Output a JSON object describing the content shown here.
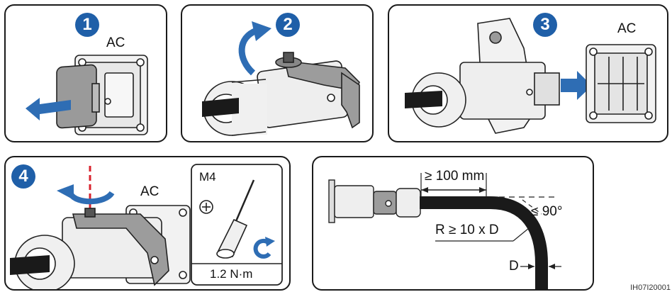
{
  "steps": [
    {
      "number": "1",
      "label": "AC"
    },
    {
      "number": "2"
    },
    {
      "number": "3",
      "label": "AC"
    },
    {
      "number": "4",
      "label": "AC"
    }
  ],
  "tool": {
    "screw": "M4",
    "torque": "1.2 N·m"
  },
  "dimensions": {
    "min_length": "≥ 100 mm",
    "bend_radius": "R ≥ 10 x D",
    "max_angle": "≤ 90°",
    "diameter": "D"
  },
  "figure_id": "IH07I20001",
  "colors": {
    "step_badge": "#1f5fa8",
    "arrow": "#2e6db4",
    "connector_gray": "#e6e6e6",
    "removed_cover": "#9a9a9a",
    "axis_red": "#d9232e",
    "cable": "#1a1a1a"
  }
}
